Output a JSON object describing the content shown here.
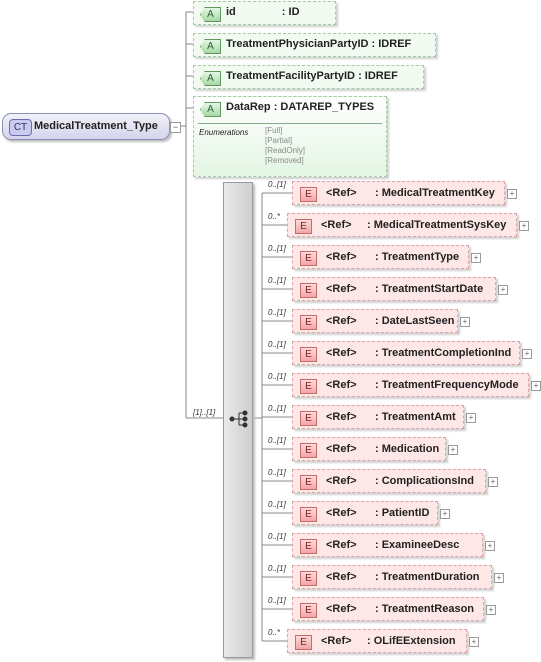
{
  "complex_type": {
    "badge": "CT",
    "name": "MedicalTreatment_Type"
  },
  "attributes": [
    {
      "badge": "A",
      "name": "id",
      "sep": ": ",
      "type": "ID"
    },
    {
      "badge": "A",
      "name": "TreatmentPhysicianPartyID",
      "sep": ": ",
      "type": "IDREF"
    },
    {
      "badge": "A",
      "name": "TreatmentFacilityPartyID",
      "sep": ": ",
      "type": "IDREF"
    },
    {
      "badge": "A",
      "name": "DataRep",
      "sep": ": ",
      "type": "DATAREP_TYPES"
    }
  ],
  "enumerations": {
    "title": "Enumerations",
    "values": [
      "[Full]",
      "[Partial]",
      "[ReadOnly]",
      "[Removed]"
    ]
  },
  "sequence": {
    "multiplicity": "[1]..[1]"
  },
  "elements": [
    {
      "mult": "0..[1]",
      "ref": "<Ref>",
      "name": ": MedicalTreatmentKey"
    },
    {
      "mult": "0..*",
      "ref": "<Ref>",
      "name": ": MedicalTreatmentSysKey"
    },
    {
      "mult": "0..[1]",
      "ref": "<Ref>",
      "name": ": TreatmentType"
    },
    {
      "mult": "0..[1]",
      "ref": "<Ref>",
      "name": ": TreatmentStartDate"
    },
    {
      "mult": "0..[1]",
      "ref": "<Ref>",
      "name": ": DateLastSeen"
    },
    {
      "mult": "0..[1]",
      "ref": "<Ref>",
      "name": ": TreatmentCompletionInd"
    },
    {
      "mult": "0..[1]",
      "ref": "<Ref>",
      "name": ": TreatmentFrequencyMode"
    },
    {
      "mult": "0..[1]",
      "ref": "<Ref>",
      "name": ": TreatmentAmt"
    },
    {
      "mult": "0..[1]",
      "ref": "<Ref>",
      "name": ": Medication"
    },
    {
      "mult": "0..[1]",
      "ref": "<Ref>",
      "name": ": ComplicationsInd"
    },
    {
      "mult": "0..[1]",
      "ref": "<Ref>",
      "name": ": PatientID"
    },
    {
      "mult": "0..[1]",
      "ref": "<Ref>",
      "name": ": ExamineeDesc"
    },
    {
      "mult": "0..[1]",
      "ref": "<Ref>",
      "name": ": TreatmentDuration"
    },
    {
      "mult": "0..[1]",
      "ref": "<Ref>",
      "name": ": TreatmentReason"
    },
    {
      "mult": "0..*",
      "ref": "<Ref>",
      "name": ": OLifEExtension"
    }
  ]
}
